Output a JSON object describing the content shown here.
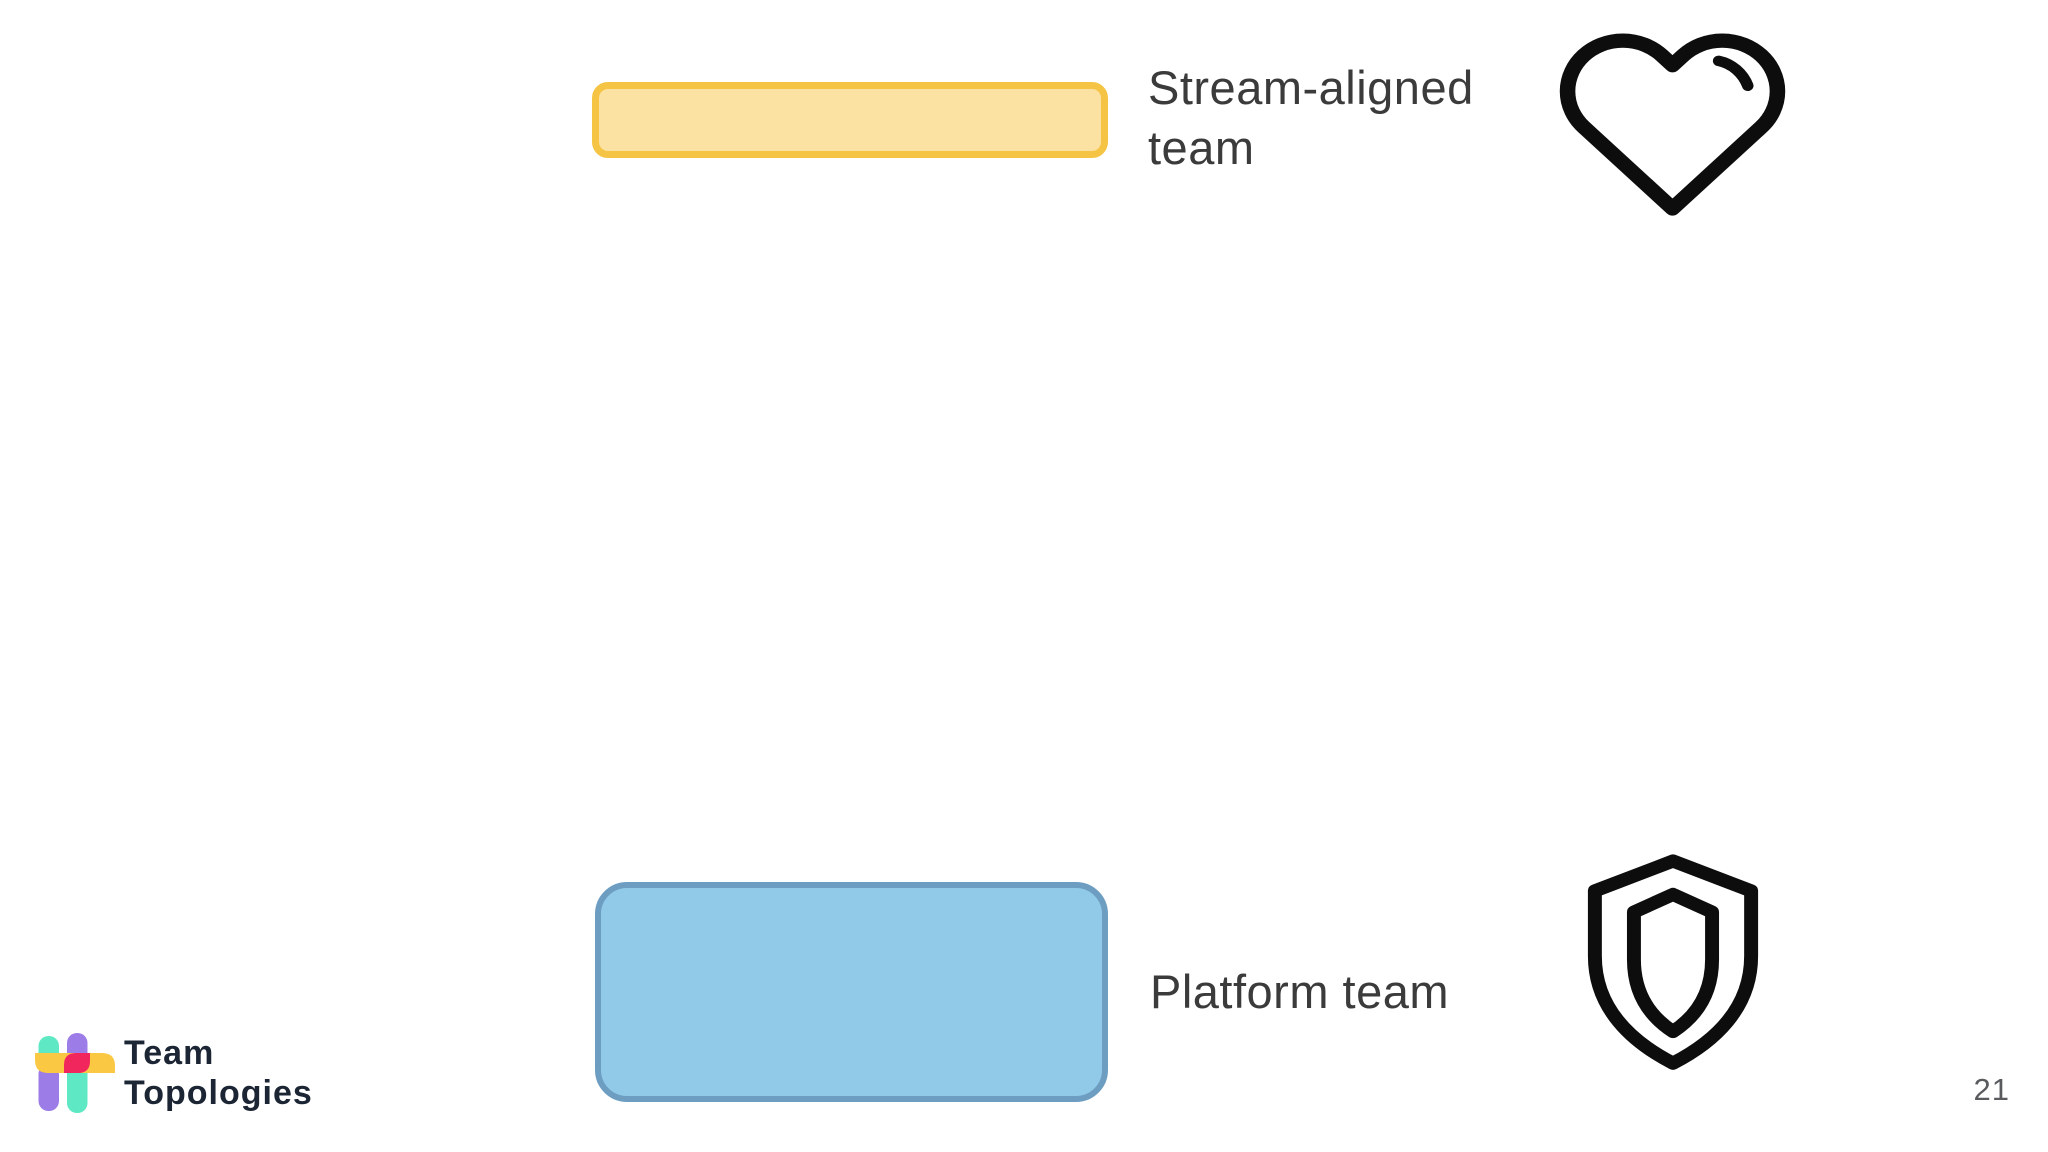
{
  "slide": {
    "background_color": "#ffffff",
    "page_number": "21"
  },
  "legend": {
    "stream_aligned": {
      "label": "Stream-aligned team",
      "label_line1": "Stream-aligned",
      "label_line2": "team",
      "shape": "thin-rounded-rectangle",
      "fill_color": "#FBE1A2",
      "border_color": "#F5C445",
      "icon": "heart-icon"
    },
    "platform": {
      "label": "Platform team",
      "label_line1": "Platform team",
      "label_line2": "",
      "shape": "large-rounded-rectangle",
      "fill_color": "#91CAE8",
      "border_color": "#6D9EC2",
      "icon": "shield-icon"
    }
  },
  "icons": {
    "heart": {
      "name": "heart-icon",
      "stroke_color": "#0D0D0D"
    },
    "shield": {
      "name": "shield-icon",
      "stroke_color": "#0D0D0D"
    }
  },
  "logo": {
    "text_line1": "Team",
    "text_line2": "Topologies",
    "text_color": "#1C2534",
    "mark_colors": {
      "teal": "#5FE8C4",
      "purple": "#9C7DE8",
      "yellow": "#FBC843",
      "pink": "#F0265C"
    }
  }
}
